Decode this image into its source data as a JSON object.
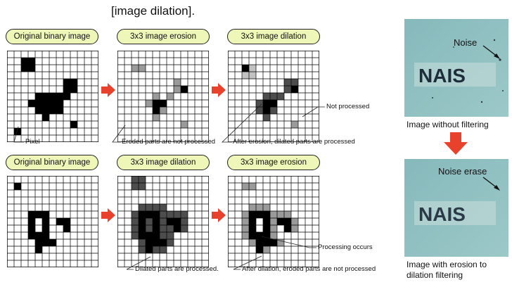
{
  "heading": "[image dilation].",
  "panels": {
    "top_original": "Original binary image",
    "top_erosion": "3x3 image erosion",
    "top_dilation": "3x3 image dilation",
    "bottom_original": "Original binary image",
    "bottom_dilation": "3x3 image dilation",
    "bottom_erosion": "3x3 image erosion"
  },
  "annotations": {
    "pixel": "Pixel",
    "eroded_not_processed": "Eroded parts are not processed",
    "after_erosion": "After erosion, dilated parts are processed",
    "not_processed": "Not processed",
    "dilated_processed": "Dilated parts are processed.",
    "after_dilation": "After dilation, eroded parts are not processed",
    "processing_occurs": "Processing occurs"
  },
  "photos": {
    "logo_text": "NAIS",
    "noise_label": "Noise",
    "noise_erase_label": "Noise erase",
    "caption_without": "Image without filtering",
    "caption_with": "Image with erosion to dilation filtering"
  },
  "colors": {
    "arrow": "#e8412c",
    "pill_fill": "#eef7b8",
    "black_pixel": "#000000",
    "dark_gray_pixel": "#4d4d4d",
    "gray_pixel": "#9a9a9a",
    "light_gray_pixel": "#c2c2c2",
    "photo_bg": "#8fc0c2"
  },
  "grids": {
    "size": 13,
    "top_original": {
      "k": [
        [
          1,
          2
        ],
        [
          1,
          3
        ],
        [
          2,
          2
        ],
        [
          2,
          3
        ],
        [
          4,
          8
        ],
        [
          4,
          9
        ],
        [
          5,
          8
        ],
        [
          5,
          9
        ],
        [
          6,
          4
        ],
        [
          6,
          5
        ],
        [
          6,
          6
        ],
        [
          6,
          7
        ],
        [
          6,
          8
        ],
        [
          7,
          3
        ],
        [
          7,
          4
        ],
        [
          7,
          5
        ],
        [
          7,
          6
        ],
        [
          7,
          7
        ],
        [
          8,
          4
        ],
        [
          8,
          5
        ],
        [
          8,
          6
        ],
        [
          8,
          7
        ],
        [
          9,
          5
        ],
        [
          10,
          9
        ],
        [
          11,
          1
        ]
      ]
    },
    "top_erosion": {
      "g": [
        [
          2,
          2
        ],
        [
          2,
          3
        ],
        [
          4,
          8
        ],
        [
          5,
          8
        ],
        [
          6,
          5
        ],
        [
          6,
          7
        ],
        [
          7,
          4
        ],
        [
          8,
          6
        ],
        [
          9,
          5
        ],
        [
          10,
          9
        ]
      ],
      "k": [
        [
          5,
          9
        ],
        [
          7,
          5
        ],
        [
          7,
          6
        ],
        [
          8,
          5
        ]
      ]
    },
    "top_dilation": {
      "l": [
        [
          2,
          3
        ],
        [
          3,
          2
        ],
        [
          3,
          3
        ]
      ],
      "k": [
        [
          2,
          2
        ],
        [
          5,
          9
        ],
        [
          7,
          5
        ],
        [
          7,
          6
        ],
        [
          8,
          5
        ]
      ],
      "d": [
        [
          4,
          8
        ],
        [
          4,
          9
        ],
        [
          5,
          8
        ],
        [
          6,
          5
        ],
        [
          6,
          6
        ],
        [
          6,
          7
        ],
        [
          7,
          4
        ],
        [
          8,
          4
        ],
        [
          8,
          6
        ],
        [
          9,
          5
        ]
      ],
      "g": [
        [
          10,
          9
        ]
      ]
    },
    "bottom_original": {
      "k": [
        [
          1,
          1
        ],
        [
          5,
          3
        ],
        [
          5,
          4
        ],
        [
          5,
          5
        ],
        [
          6,
          3
        ],
        [
          6,
          5
        ],
        [
          6,
          7
        ],
        [
          6,
          8
        ],
        [
          7,
          3
        ],
        [
          7,
          5
        ],
        [
          7,
          8
        ],
        [
          8,
          3
        ],
        [
          8,
          4
        ],
        [
          8,
          5
        ],
        [
          9,
          4
        ],
        [
          9,
          5
        ],
        [
          9,
          6
        ],
        [
          10,
          4
        ]
      ]
    },
    "bottom_dilation": {
      "d": [
        [
          0,
          2
        ],
        [
          0,
          3
        ],
        [
          1,
          2
        ],
        [
          1,
          3
        ],
        [
          4,
          3
        ],
        [
          4,
          4
        ],
        [
          4,
          5
        ],
        [
          4,
          6
        ],
        [
          5,
          2
        ],
        [
          5,
          6
        ],
        [
          5,
          7
        ],
        [
          5,
          8
        ],
        [
          5,
          9
        ],
        [
          6,
          2
        ],
        [
          6,
          4
        ],
        [
          6,
          6
        ],
        [
          6,
          9
        ],
        [
          7,
          2
        ],
        [
          7,
          4
        ],
        [
          7,
          6
        ],
        [
          7,
          7
        ],
        [
          7,
          9
        ],
        [
          8,
          2
        ],
        [
          8,
          6
        ],
        [
          8,
          7
        ],
        [
          9,
          3
        ],
        [
          9,
          7
        ],
        [
          10,
          3
        ],
        [
          10,
          5
        ],
        [
          10,
          6
        ]
      ],
      "k": [
        [
          5,
          3
        ],
        [
          5,
          4
        ],
        [
          5,
          5
        ],
        [
          6,
          3
        ],
        [
          6,
          5
        ],
        [
          6,
          7
        ],
        [
          6,
          8
        ],
        [
          7,
          3
        ],
        [
          7,
          5
        ],
        [
          7,
          8
        ],
        [
          8,
          3
        ],
        [
          8,
          4
        ],
        [
          8,
          5
        ],
        [
          9,
          4
        ],
        [
          9,
          5
        ],
        [
          9,
          6
        ],
        [
          10,
          4
        ]
      ]
    },
    "bottom_erosion": {
      "g": [
        [
          1,
          2
        ],
        [
          1,
          3
        ],
        [
          4,
          3
        ],
        [
          4,
          4
        ],
        [
          4,
          5
        ],
        [
          5,
          2
        ],
        [
          5,
          6
        ],
        [
          5,
          7
        ],
        [
          5,
          8
        ],
        [
          6,
          2
        ],
        [
          6,
          6
        ],
        [
          6,
          9
        ],
        [
          7,
          2
        ],
        [
          7,
          6
        ],
        [
          7,
          9
        ],
        [
          8,
          2
        ],
        [
          8,
          6
        ],
        [
          9,
          3
        ],
        [
          9,
          7
        ],
        [
          10,
          5
        ]
      ],
      "k": [
        [
          5,
          3
        ],
        [
          5,
          4
        ],
        [
          5,
          5
        ],
        [
          6,
          3
        ],
        [
          6,
          5
        ],
        [
          6,
          7
        ],
        [
          6,
          8
        ],
        [
          7,
          3
        ],
        [
          7,
          5
        ],
        [
          7,
          8
        ],
        [
          8,
          3
        ],
        [
          8,
          4
        ],
        [
          8,
          5
        ],
        [
          9,
          4
        ],
        [
          9,
          5
        ],
        [
          9,
          6
        ],
        [
          10,
          4
        ]
      ]
    }
  }
}
